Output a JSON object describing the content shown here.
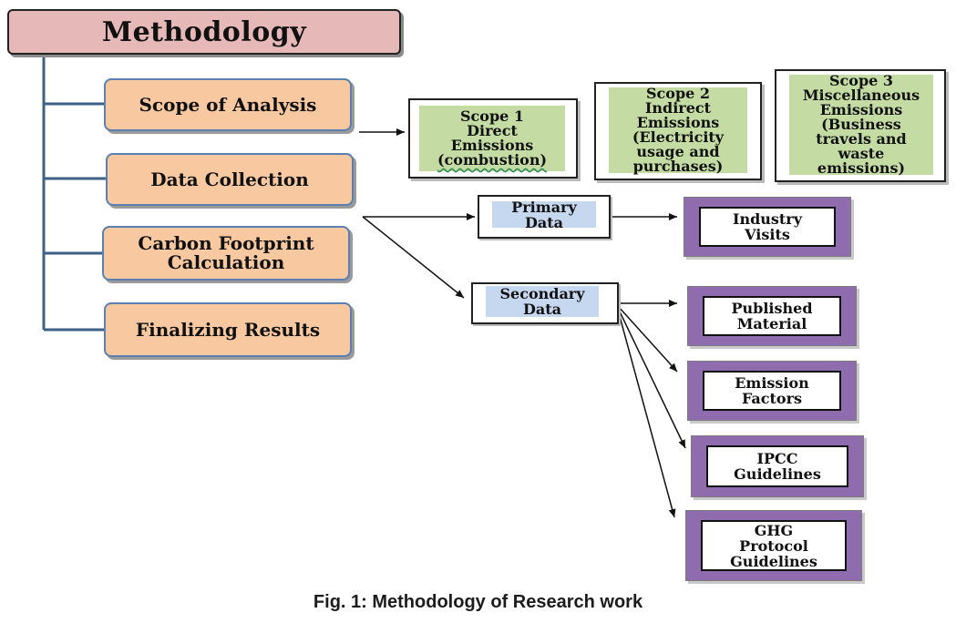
{
  "title": "Methodology",
  "steps": {
    "scope": "Scope of Analysis",
    "data": "Data Collection",
    "carbon": "Carbon Footprint Calculation",
    "final": "Finalizing Results"
  },
  "scopes": {
    "s1": "Scope 1 Direct Emissions (combustion)",
    "s1_l1": "Scope 1",
    "s1_l2": "Direct",
    "s1_l3": "Emissions",
    "s1_l4": "(combustion)",
    "s2": "Scope 2 Indirect Emissions (Electricity usage and purchases)",
    "s2_l1": "Scope 2",
    "s2_l2": "Indirect",
    "s2_l3": "Emissions",
    "s2_l4": "(Electricity",
    "s2_l5": "usage and",
    "s2_l6": "purchases)",
    "s3": "Scope 3 Miscellaneous Emissions (Business travels and waste emissions)",
    "s3_l1": "Scope 3",
    "s3_l2": "Miscellaneous",
    "s3_l3": "Emissions",
    "s3_l4": "(Business",
    "s3_l5": "travels and",
    "s3_l6": "waste",
    "s3_l7": "emissions)"
  },
  "data_types": {
    "primary_l1": "Primary",
    "primary_l2": "Data",
    "secondary_l1": "Secondary",
    "secondary_l2": "Data"
  },
  "sources": {
    "industry_l1": "Industry",
    "industry_l2": "Visits",
    "published_l1": "Published",
    "published_l2": "Material",
    "emission_l1": "Emission",
    "emission_l2": "Factors",
    "ipcc_l1": "IPCC",
    "ipcc_l2": "Guidelines",
    "ghg_l1": "GHG",
    "ghg_l2": "Protocol",
    "ghg_l3": "Guidelines"
  },
  "caption": "Fig. 1: Methodology of Research work"
}
